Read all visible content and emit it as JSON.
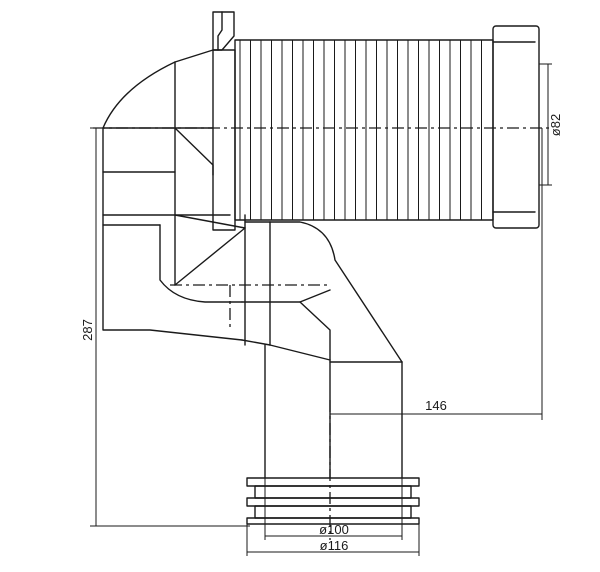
{
  "dimensions": {
    "height_287": "287",
    "offset_146": "146",
    "dia_82": "ø82",
    "dia_100": "ø100",
    "dia_116": "ø116"
  },
  "colors": {
    "line": "#1a1a1a",
    "background": "#ffffff"
  }
}
